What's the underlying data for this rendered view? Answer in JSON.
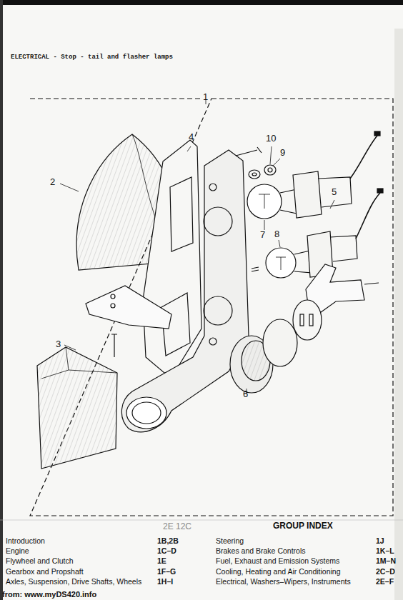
{
  "diagram": {
    "title": "ELECTRICAL - Stop - tail and flasher lamps",
    "labels": [
      "1",
      "2",
      "3",
      "4",
      "10",
      "9",
      "5",
      "7",
      "8",
      "6",
      "2E 12C",
      "GROUP INDEX",
      "Introduction",
      "1B,2B",
      "Engine",
      "1C–D",
      "Flywheel and Clutch",
      "1E",
      "Gearbox and Propshaft",
      "1F–G",
      "Axles, Suspension, Drive Shafts, Wheels",
      "1H–I",
      "Steering",
      "1J",
      "Brakes and Brake Controls",
      "1K–L",
      "Fuel, Exhaust and Emission Systems",
      "1M–N",
      "Cooling, Heating and Air Conditioning",
      "2C–D",
      "Electrical, Washers–Wipers, Instruments",
      "2E–F",
      "from: www.myDS420.info"
    ]
  }
}
